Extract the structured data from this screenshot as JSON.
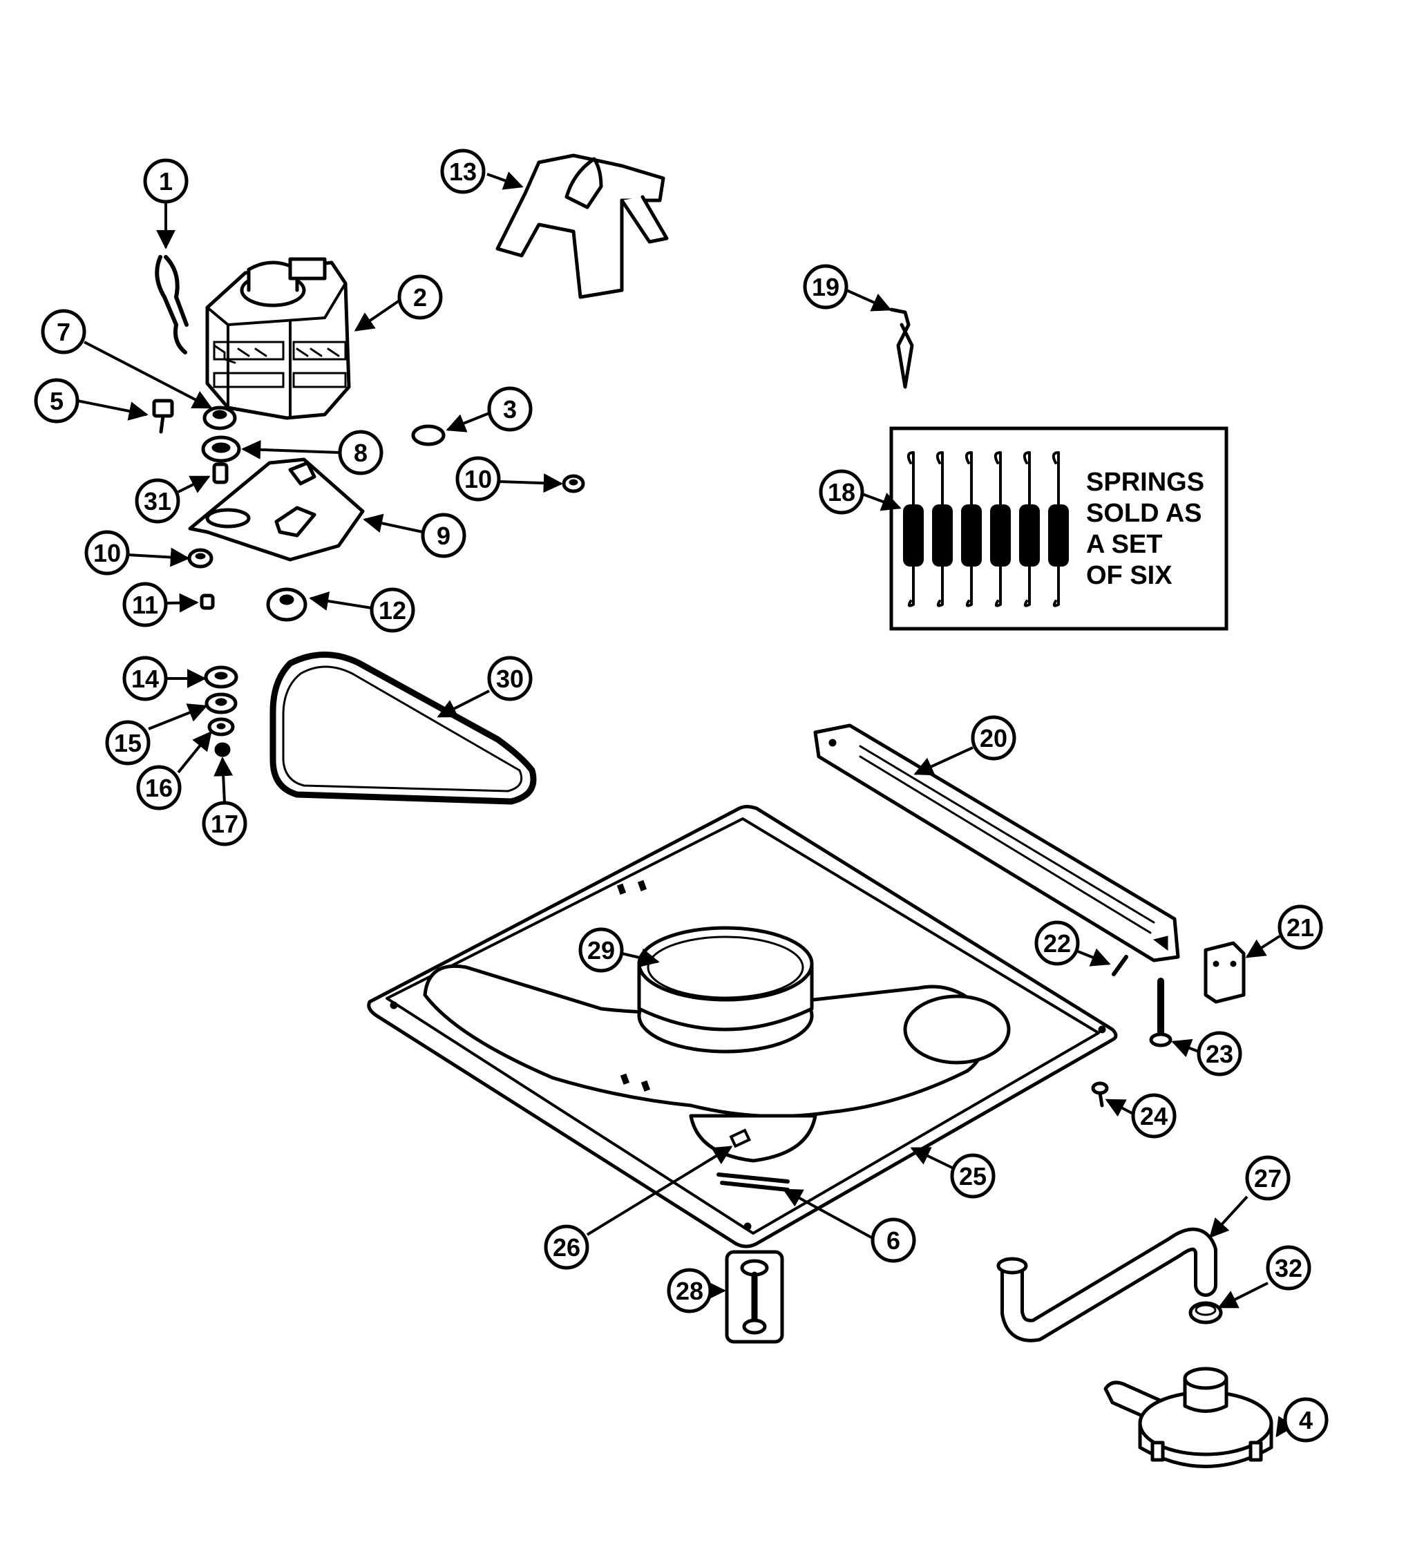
{
  "callouts": [
    "1",
    "2",
    "3",
    "4",
    "5",
    "6",
    "7",
    "8",
    "9",
    "10",
    "10",
    "11",
    "12",
    "13",
    "14",
    "15",
    "16",
    "17",
    "18",
    "19",
    "20",
    "21",
    "22",
    "23",
    "24",
    "25",
    "26",
    "27",
    "28",
    "29",
    "30",
    "31",
    "32"
  ],
  "spring_note": {
    "line1": "SPRINGS",
    "line2": "SOLD AS",
    "line3": "A SET",
    "line4": "OF SIX"
  },
  "colors": {
    "ink": "#000000",
    "paper": "#ffffff"
  }
}
